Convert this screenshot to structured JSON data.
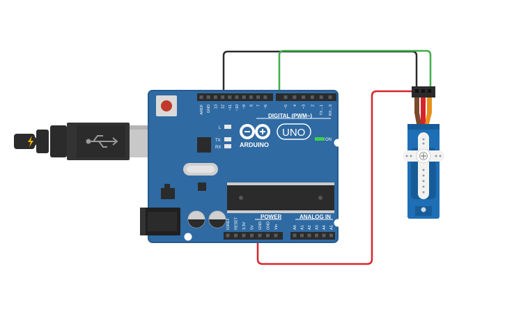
{
  "board": {
    "brand": "ARDUINO",
    "model": "UNO",
    "digital_header_label": "DIGITAL (PWM~)",
    "power_header_label": "POWER",
    "analog_header_label": "ANALOG IN",
    "on_label": "ON",
    "led_labels": {
      "l": "L",
      "tx": "TX",
      "rx": "RX"
    },
    "digital_pins": [
      "AREF",
      "GND",
      "13",
      "12",
      "~11",
      "~10",
      "~9",
      "8",
      "7",
      "~6",
      "~5",
      "4",
      "~3",
      "2",
      "TX→1",
      "RX←0"
    ],
    "power_pins": [
      "IOREF",
      "RESET",
      "3.3V",
      "5V",
      "GND",
      "GND",
      "Vin"
    ],
    "analog_pins": [
      "A0",
      "A1",
      "A2",
      "A3",
      "A4",
      "A5"
    ],
    "colors": {
      "pcb": "#2f6aa3",
      "pcb_edge": "#255a8d",
      "silk": "#ffffff",
      "header": "#2b2b2b"
    }
  },
  "wires": [
    {
      "name": "ground-wire",
      "color": "#2b2b2b"
    },
    {
      "name": "signal-wire",
      "color": "#3fae49"
    },
    {
      "name": "power-wire",
      "color": "#d8232a"
    }
  ],
  "servo": {
    "body_color": "#1e6fb5",
    "horn_color": "#f2f2f2"
  },
  "usb": {
    "cable_color": "#2b2b2b",
    "plug_color": "#c8c8c8",
    "icon": "usb-icon",
    "tip_icon": "lightning-icon"
  }
}
